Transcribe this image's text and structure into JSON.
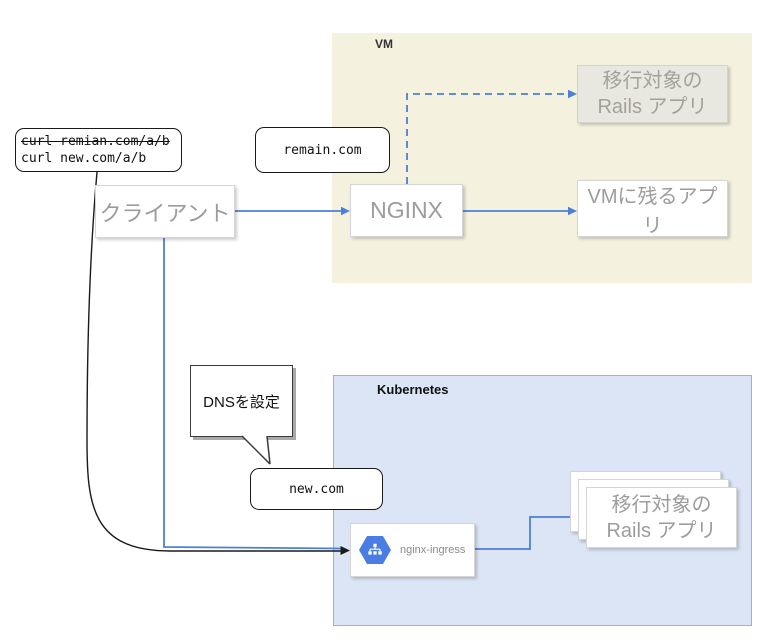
{
  "diagram": {
    "curl_note": {
      "line1": "curl remian.com/a/b",
      "line2": "curl new.com/a/b"
    },
    "client": {
      "label": "クライアント"
    },
    "dns_note": {
      "label": "DNSを設定"
    },
    "vm_group": {
      "label": "VM",
      "domain_badge": "remain.com",
      "nginx": {
        "label": "NGINX"
      },
      "remaining_app": {
        "label": "VMに残るアプリ"
      },
      "rails_app": {
        "line1": "移行対象の",
        "line2": "Rails アプリ"
      }
    },
    "k8s_group": {
      "label": "Kubernetes",
      "domain_badge": "new.com",
      "ingress": {
        "label": "nginx-ingress",
        "icon": "gcp-hexagon-network-icon"
      },
      "rails_app": {
        "line1": "移行対象の",
        "line2": "Rails アプリ"
      }
    },
    "colors": {
      "arrow_blue": "#4c7fd8",
      "vm_background": "#f4f1df",
      "k8s_background": "#dbe5f5",
      "k8s_border": "#9db1d3",
      "node_text_gray": "#9c9c9c",
      "hexagon_blue": "#4a7de4",
      "grayed_node_background": "#e9e8e0"
    }
  }
}
